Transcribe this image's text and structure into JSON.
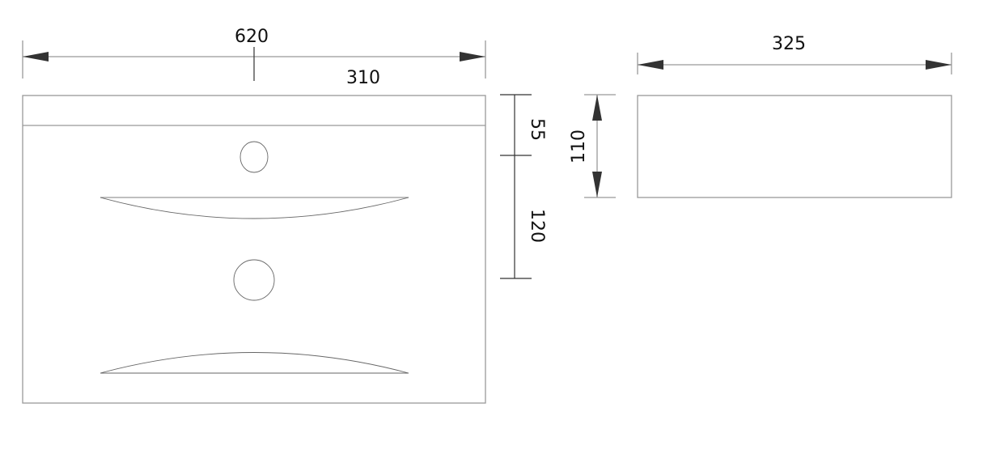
{
  "drawing": {
    "top_view": {
      "width_dimension": "620",
      "half_width_dimension": "310",
      "top_section_dimension": "55",
      "hole_spacing_dimension": "120"
    },
    "side_view": {
      "depth_dimension": "325",
      "height_dimension": "110"
    },
    "colors": {
      "lines": "#999999",
      "dimension_lines": "#333333",
      "arrows": "#333333"
    }
  }
}
